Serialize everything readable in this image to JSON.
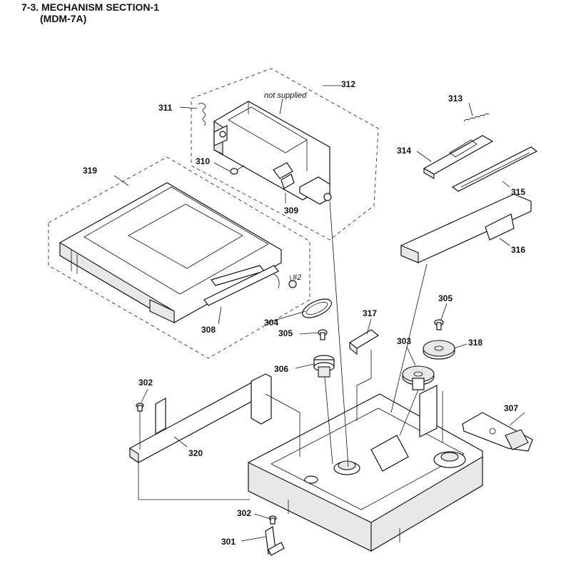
{
  "title": {
    "line1": "7-3. MECHANISM SECTION-1",
    "line2": "(MDM-7A)"
  },
  "parts": {
    "p301": "301",
    "p302a": "302",
    "p302b": "302",
    "p303": "303",
    "p304": "304",
    "p305a": "305",
    "p305b": "305",
    "p306": "306",
    "p307": "307",
    "p308": "308",
    "p309": "309",
    "p310": "310",
    "p311": "311",
    "p312": "312",
    "p313": "313",
    "p314": "314",
    "p315": "315",
    "p316": "316",
    "p317": "317",
    "p318": "318",
    "p319": "319",
    "p320": "320"
  },
  "notes": {
    "not_supplied": "not supplied",
    "screw_ref": "#2"
  }
}
